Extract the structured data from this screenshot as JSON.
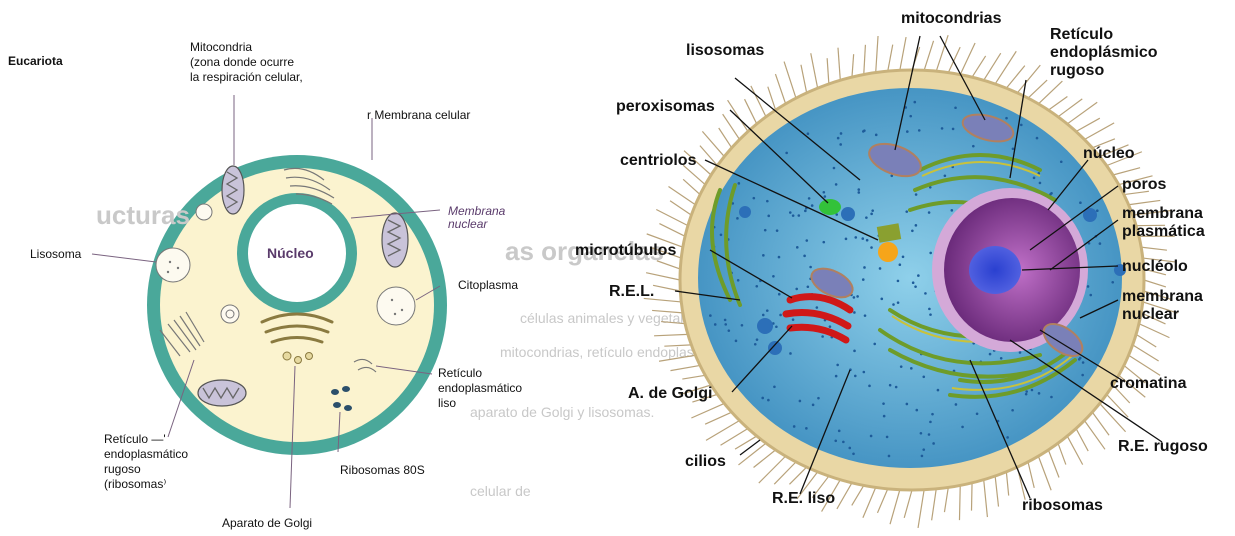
{
  "left": {
    "title": "Eucariota",
    "labels": {
      "mitocondria": "Mitocondria\n(zona donde ocurre\nla respiración celular,",
      "membrana_celular": "r Membrana  celular",
      "membrana_nuclear": "Membrana\nnuclear",
      "nucleo": "Núcleo",
      "lisosoma": "Lisosoma",
      "citoplasma": "Citoplasma",
      "ret_liso": "Retículo\nendoplasmático\nliso",
      "ret_rugoso": "Retículo       —'\nendoplasmático\nrugoso\n(ribosomas⁾",
      "ribosomas": "Ribosomas  80S",
      "golgi": "Aparato de Golgi"
    }
  },
  "right": {
    "labels": {
      "mitocondrias": "mitocondrias",
      "ret_endo_rugoso": "Retículo\nendoplásmico\nrugoso",
      "lisosomas": "lisosomas",
      "peroxisomas": "peroxisomas",
      "nucleo": "núcleo",
      "centriolos": "centriolos",
      "poros": "poros",
      "membrana_plasmatica": "membrana\nplasmática",
      "microtubulos": "microtúbulos",
      "nucleolo": "nucléolo",
      "rel": "R.E.L.",
      "membrana_nuclear": "membrana\nnuclear",
      "golgi": "A. de Golgi",
      "cromatina": "cromatina",
      "cilios": "cilios",
      "re_rugoso": "R.E. rugoso",
      "re_liso": "R.E. liso",
      "ribosomas": "ribosomas"
    }
  },
  "background_text": {
    "line1": "ucturas",
    "line2": "as organelas",
    "line3": "células animales y vegetales",
    "line4": "mitocondrias, retículo endoplasmático",
    "line5": "aparato de Golgi y lisosomas.",
    "line6": "celular de"
  }
}
